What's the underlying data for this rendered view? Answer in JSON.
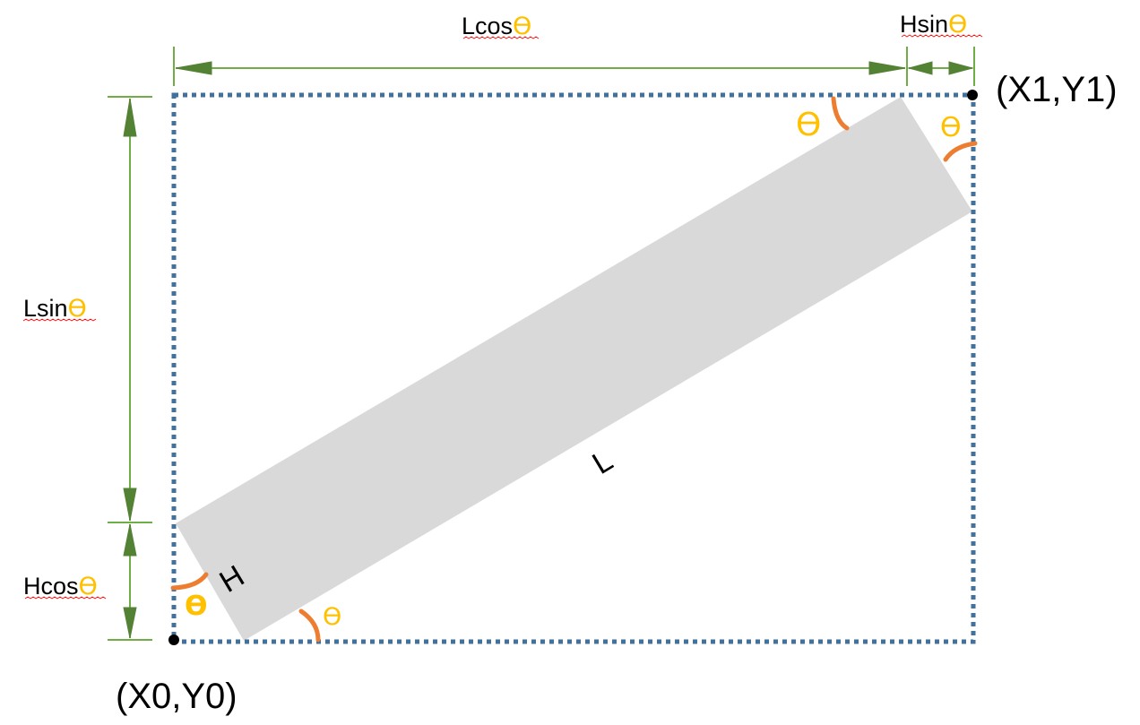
{
  "labels": {
    "lcos": "Lcos",
    "hsin": "Hsin",
    "lsin": "Lsin",
    "hcos": "Hcos",
    "theta_symbol": "ϴ",
    "p0": "(X0,Y0)",
    "p1": "(X1,Y1)",
    "length": "L",
    "height": "H"
  },
  "colors": {
    "rect_fill": "#d9d9d9",
    "bbox_dots": "#41719c",
    "dimension_green": "#70ad47",
    "arrowhead_fill": "#548235",
    "arc_orange": "#ed7d31",
    "theta_gold": "#ffc000",
    "spell_underline": "#ff0000"
  }
}
